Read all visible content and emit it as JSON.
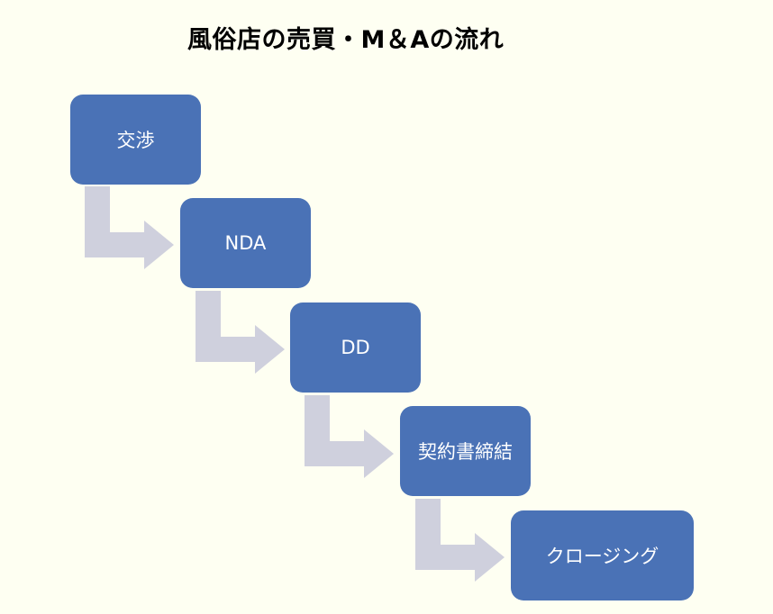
{
  "title": "風俗店の売買・M＆Aの流れ",
  "steps": [
    {
      "label": "交渉"
    },
    {
      "label": "NDA"
    },
    {
      "label": "DD"
    },
    {
      "label": "契約書締結"
    },
    {
      "label": "クロージング"
    }
  ],
  "colors": {
    "background": "#fefff2",
    "step_fill": "#4a72b6",
    "arrow_fill": "#cfd0dd",
    "step_text": "#ffffff"
  }
}
